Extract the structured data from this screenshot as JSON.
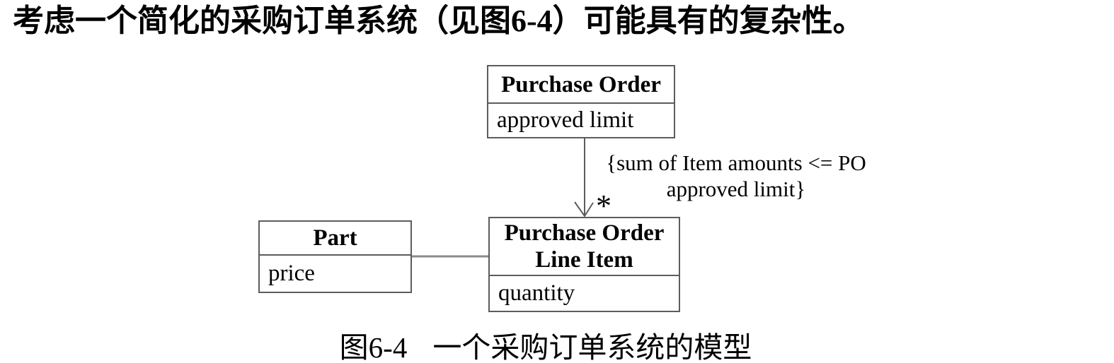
{
  "page": {
    "bg_color": "#ffffff",
    "text_color": "#000000",
    "line_color": "#5c5c5c"
  },
  "paragraph": {
    "text": "考虑一个简化的采购订单系统（见图6-4）可能具有的复杂性。"
  },
  "diagram": {
    "type": "uml-class-diagram",
    "classes": {
      "purchase_order": {
        "title": "Purchase Order",
        "attributes": [
          "approved limit"
        ]
      },
      "purchase_order_line_item": {
        "title_line1": "Purchase Order",
        "title_line2": "Line Item",
        "attributes": [
          "quantity"
        ]
      },
      "part": {
        "title": "Part",
        "attributes": [
          "price"
        ]
      }
    },
    "associations": {
      "po_to_line_item": {
        "constraint_line1": "{sum of Item amounts <= PO",
        "constraint_line2": "approved limit}",
        "multiplicity": "*"
      },
      "part_to_line_item": {}
    }
  },
  "caption": {
    "label": "图6-4",
    "text": "一个采购订单系统的模型"
  }
}
